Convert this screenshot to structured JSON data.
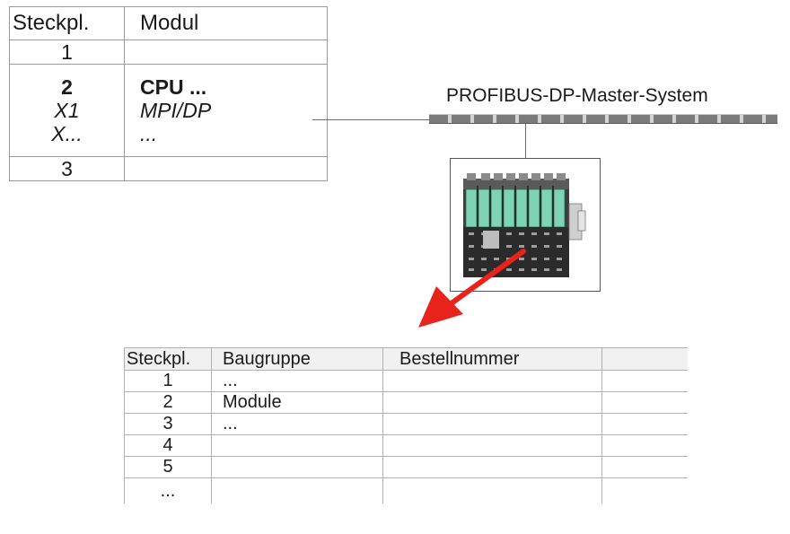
{
  "slot_table": {
    "header": {
      "slot": "Steckpl.",
      "module": "Modul"
    },
    "rows": [
      {
        "slot": "1",
        "module": ""
      },
      {
        "slot": "2",
        "module": "CPU ..."
      },
      {
        "slot": "X1",
        "module": "MPI/DP"
      },
      {
        "slot": "X...",
        "module": "..."
      },
      {
        "slot": "3",
        "module": ""
      }
    ]
  },
  "bus": {
    "label": "PROFIBUS-DP-Master-System"
  },
  "device": {
    "icon": "io-station-icon",
    "module_color": "#7fd3b5"
  },
  "arrow": {
    "icon": "arrow-down-left-icon",
    "color": "#e8231b"
  },
  "config_table": {
    "header": {
      "slot": "Steckpl.",
      "group": "Baugruppe",
      "order_no": "Bestellnummer",
      "extra": ""
    },
    "rows": [
      {
        "slot": "1",
        "group": "...",
        "order_no": "",
        "extra": ""
      },
      {
        "slot": "2",
        "group": "Module",
        "order_no": "",
        "extra": ""
      },
      {
        "slot": "3",
        "group": "...",
        "order_no": "",
        "extra": ""
      },
      {
        "slot": "4",
        "group": "",
        "order_no": "",
        "extra": ""
      },
      {
        "slot": "5",
        "group": "",
        "order_no": "",
        "extra": ""
      },
      {
        "slot": "...",
        "group": "",
        "order_no": "",
        "extra": ""
      }
    ]
  }
}
